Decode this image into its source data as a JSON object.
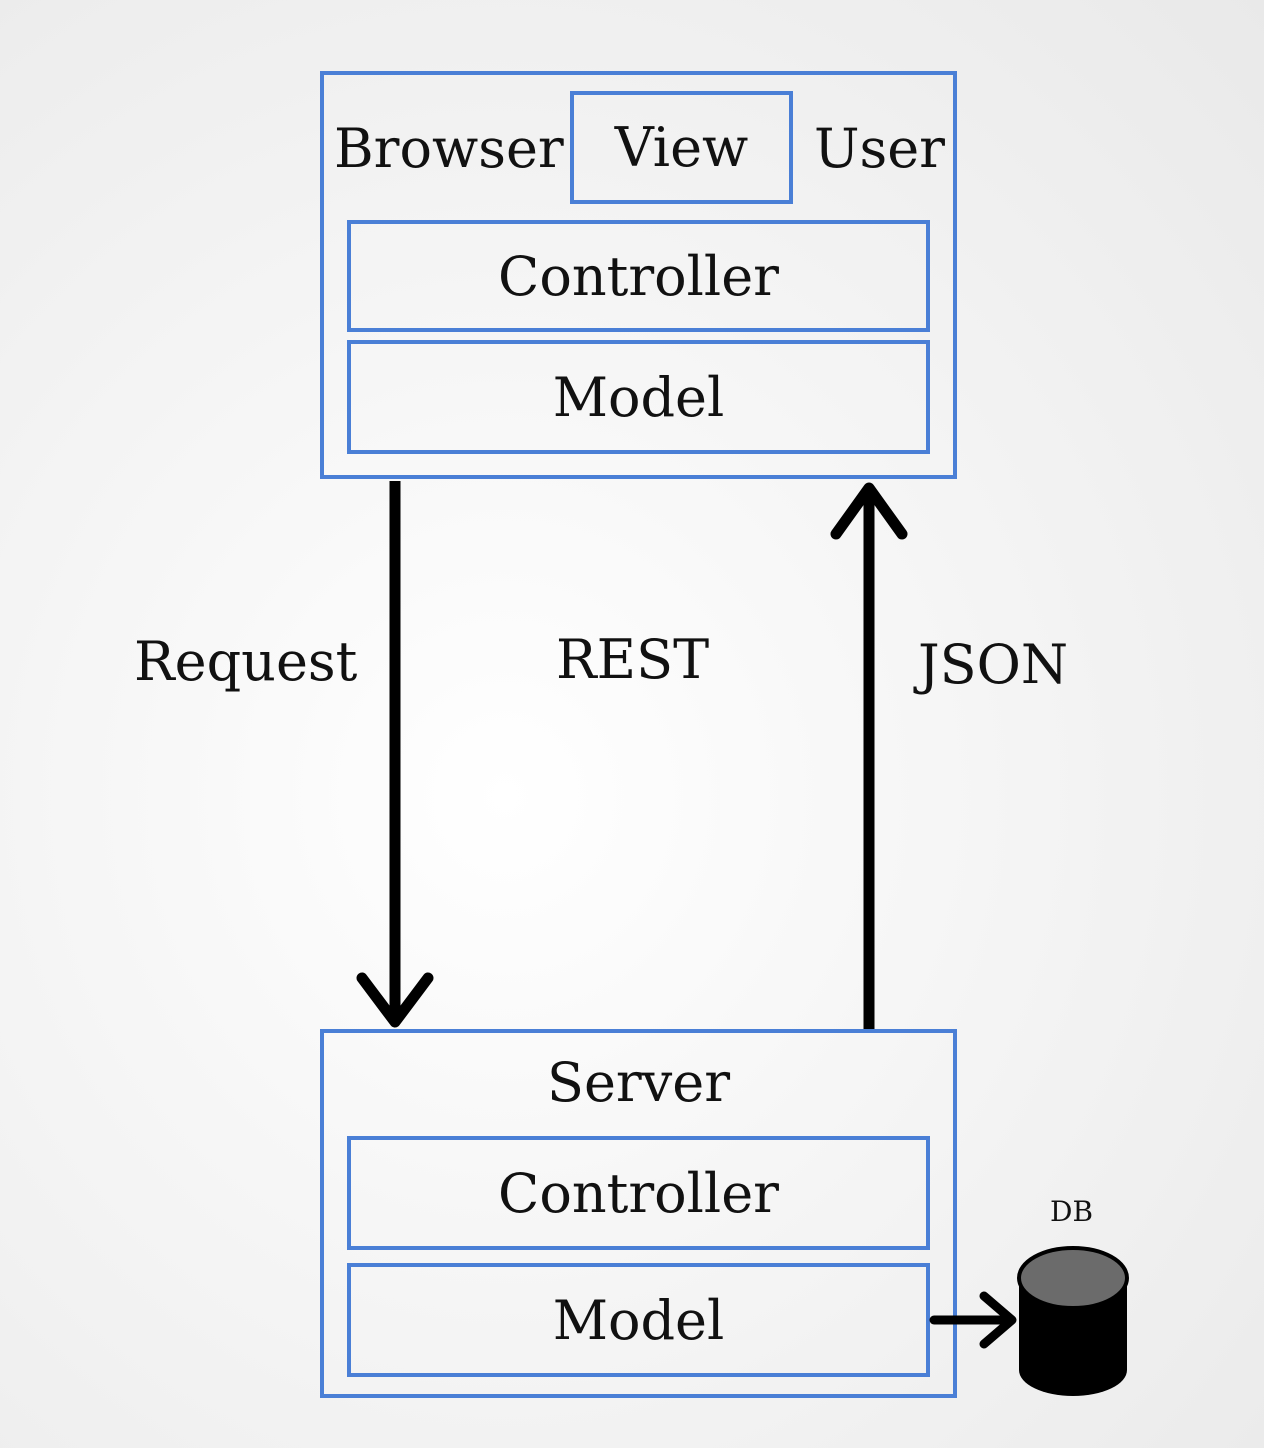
{
  "browser": {
    "label": "Browser",
    "view": "View",
    "user": "User",
    "controller": "Controller",
    "model": "Model"
  },
  "links": {
    "request": "Request",
    "rest": "REST",
    "json": "JSON"
  },
  "server": {
    "label": "Server",
    "controller": "Controller",
    "model": "Model"
  },
  "database": {
    "label": "DB"
  },
  "colors": {
    "box_border": "#4a7fd6",
    "arrow": "#000000",
    "db_body": "#000000",
    "db_top": "#6b6b6b"
  }
}
